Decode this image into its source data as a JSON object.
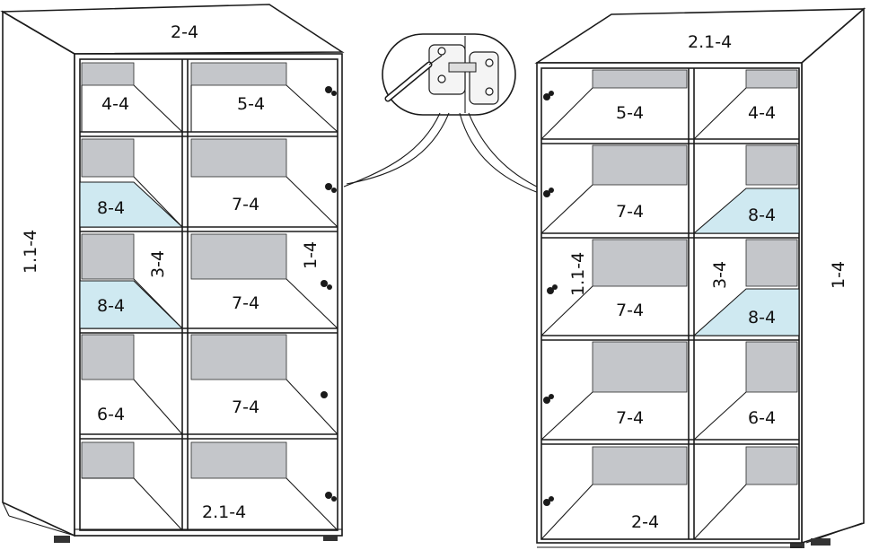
{
  "left_cabinet": {
    "labels": {
      "top": "2-4",
      "side": "1.1-4",
      "shelf_r1_left": "4-4",
      "shelf_r1_right": "5-4",
      "shelf_r2_left": "8-4",
      "shelf_r2_right": "7-4",
      "divider": "3-4",
      "door_side": "1-4",
      "shelf_r3_left": "8-4",
      "shelf_r3_right": "7-4",
      "shelf_r4_left": "6-4",
      "shelf_r4_right": "7-4",
      "bottom": "2.1-4"
    }
  },
  "right_cabinet": {
    "labels": {
      "top": "2.1-4",
      "shelf_r1_left": "5-4",
      "shelf_r1_right": "4-4",
      "shelf_r2_left": "7-4",
      "shelf_r2_right": "8-4",
      "side_left": "1.1-4",
      "divider": "3-4",
      "side_right": "1-4",
      "shelf_r3_left": "7-4",
      "shelf_r3_right": "8-4",
      "shelf_r4_left": "7-4",
      "shelf_r4_right": "6-4",
      "bottom": "2-4"
    }
  },
  "colors": {
    "back_panel": "#c4c6ca",
    "highlight_shelf": "#cfe9f1",
    "line": "#1a1a1a"
  },
  "icons": [
    "hinge-icon",
    "hinge-detail-callout"
  ]
}
